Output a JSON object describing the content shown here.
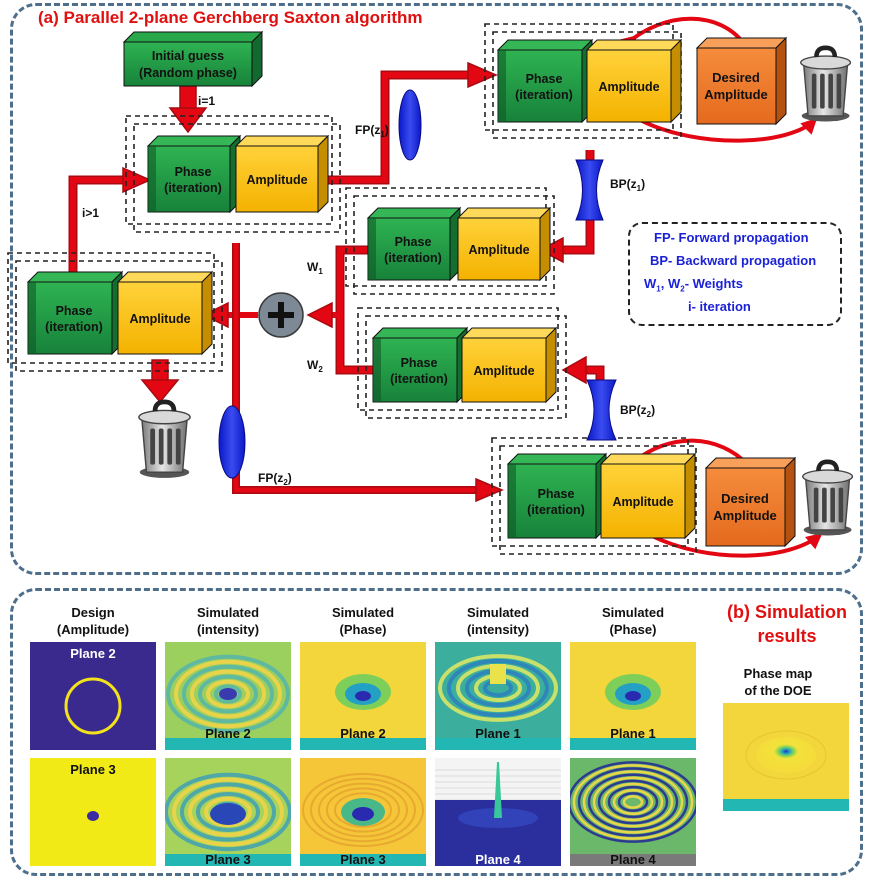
{
  "panel_a": {
    "title": "(a) Parallel 2-plane Gerchberg Saxton algorithm",
    "initial_guess": [
      "Initial guess",
      "(Random phase)"
    ],
    "phase_label": [
      "Phase",
      "(iteration)"
    ],
    "amplitude_label": "Amplitude",
    "desired_label": [
      "Desired",
      "Amplitude"
    ],
    "i1": "i=1",
    "igt1": "i>1",
    "fp1": "FP(z",
    "bp1": "BP(z",
    "fp2": "FP(z",
    "bp2": "BP(z",
    "sub1": "1",
    "sub2": "2",
    "close_paren": ")",
    "w_letter": "W",
    "legend": {
      "fp": "FP- Forward propagation",
      "bp": "BP- Backward propagation",
      "weights_w": "W",
      "weights_sep": ", W",
      "weights_tail": "- Weights",
      "iteration": "i- iteration"
    },
    "colors": {
      "green": "#1e9a3f",
      "yellow": "#ffc20e",
      "orange": "#f07f2e",
      "red": "#e30613",
      "blue": "#1b22d6"
    }
  },
  "panel_b": {
    "title_line1": "(b) Simulation",
    "title_line2": "results",
    "columns": [
      {
        "line1": "Design",
        "line2": "(Amplitude)"
      },
      {
        "line1": "Simulated",
        "line2": "(intensity)"
      },
      {
        "line1": "Simulated",
        "line2": "(Phase)"
      },
      {
        "line1": "Simulated",
        "line2": "(intensity)"
      },
      {
        "line1": "Simulated",
        "line2": "(Phase)"
      }
    ],
    "row1_labels": [
      "Plane 2",
      "Plane 2",
      "Plane 2",
      "Plane 1",
      "Plane 1"
    ],
    "row2_labels": [
      "Plane 3",
      "Plane 3",
      "Plane 3",
      "Plane 4",
      "Plane 4"
    ],
    "doe_caption": [
      "Phase map",
      "of the DOE"
    ]
  }
}
